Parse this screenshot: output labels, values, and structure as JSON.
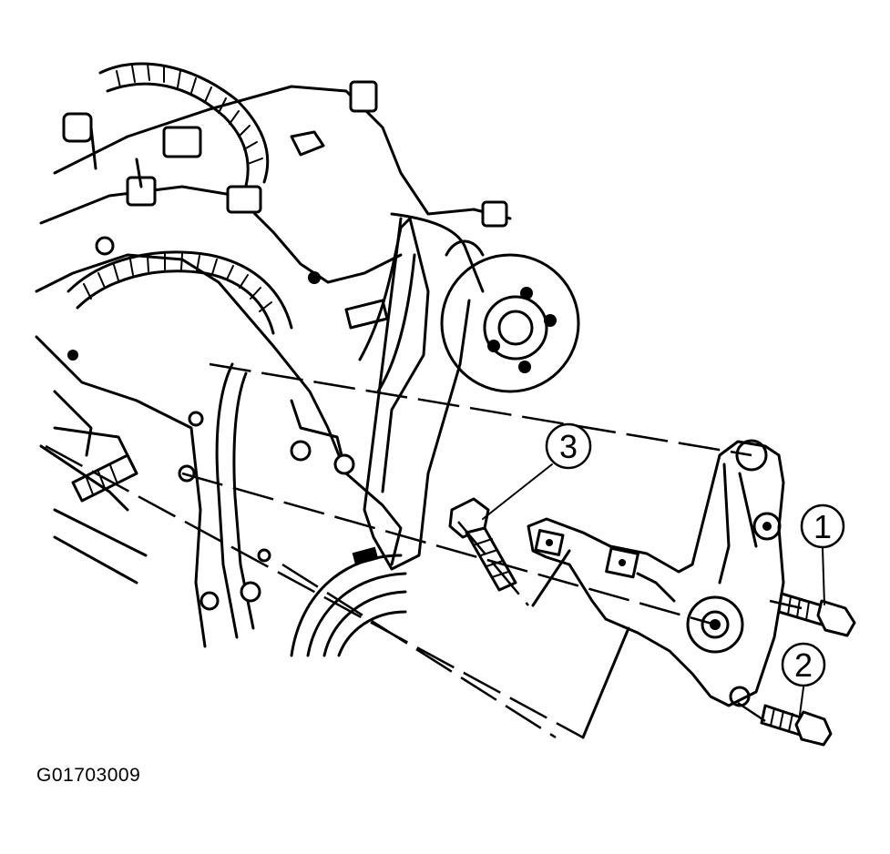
{
  "figure_id": "G01703009",
  "callouts": [
    {
      "number": "1"
    },
    {
      "number": "2"
    },
    {
      "number": "3"
    }
  ]
}
